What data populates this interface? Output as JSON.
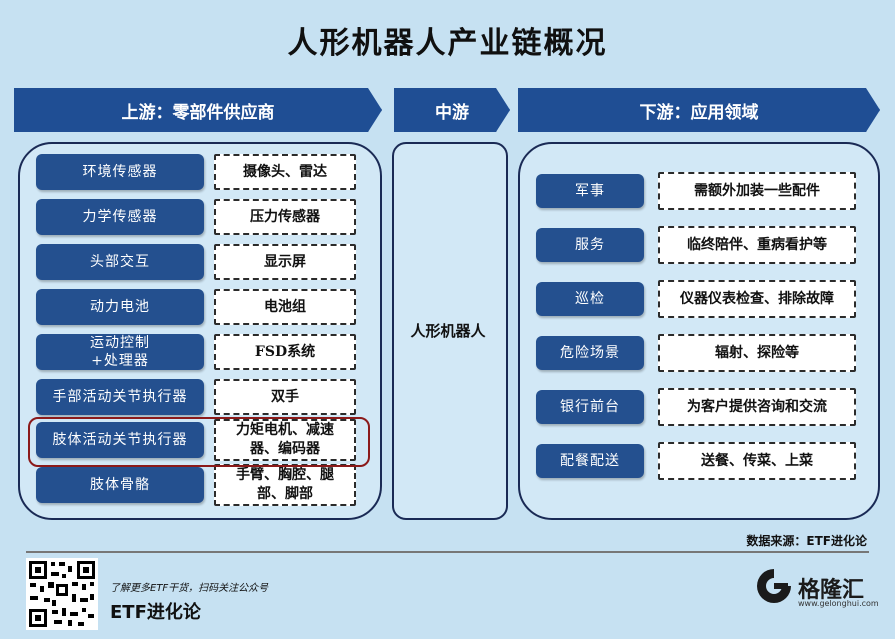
{
  "title": "人形机器人产业链概况",
  "upstream": {
    "header": "上游：零部件供应商",
    "rows": [
      {
        "component": "环境传感器",
        "products": "摄像头、雷达"
      },
      {
        "component": "力学传感器",
        "products": "压力传感器"
      },
      {
        "component": "头部交互",
        "products": "显示屏"
      },
      {
        "component": "动力电池",
        "products": "电池组"
      },
      {
        "component": "运动控制\n+处理器",
        "products": "FSD系统"
      },
      {
        "component": "手部活动关节执行器",
        "products": "双手"
      },
      {
        "component": "肢体活动关节执行器",
        "products": "力矩电机、减速\n器、编码器"
      },
      {
        "component": "肢体骨骼",
        "products": "手臂、胸腔、腿\n部、脚部"
      }
    ]
  },
  "midstream": {
    "header": "中游",
    "item": "人形机器人"
  },
  "downstream": {
    "header": "下游：应用领域",
    "rows": [
      {
        "field": "军事",
        "use": "需额外加装一些配件"
      },
      {
        "field": "服务",
        "use": "临终陪伴、重病看护等"
      },
      {
        "field": "巡检",
        "use": "仪器仪表检查、排除故障"
      },
      {
        "field": "危险场景",
        "use": "辐射、探险等"
      },
      {
        "field": "银行前台",
        "use": "为客户提供咨询和交流"
      },
      {
        "field": "配餐配送",
        "use": "送餐、传菜、上菜"
      }
    ]
  },
  "source": "数据来源：ETF进化论",
  "footer": {
    "hint": "了解更多ETF干货，扫码关注公众号",
    "brand": "ETF进化论",
    "logo_text": "格隆汇",
    "logo_url": "www.gelonghui.com"
  },
  "colors": {
    "dark_box": "#24508f",
    "arrow": "#1f4e94",
    "highlight": "#8b1a1a",
    "background": "#c6e1f2"
  }
}
